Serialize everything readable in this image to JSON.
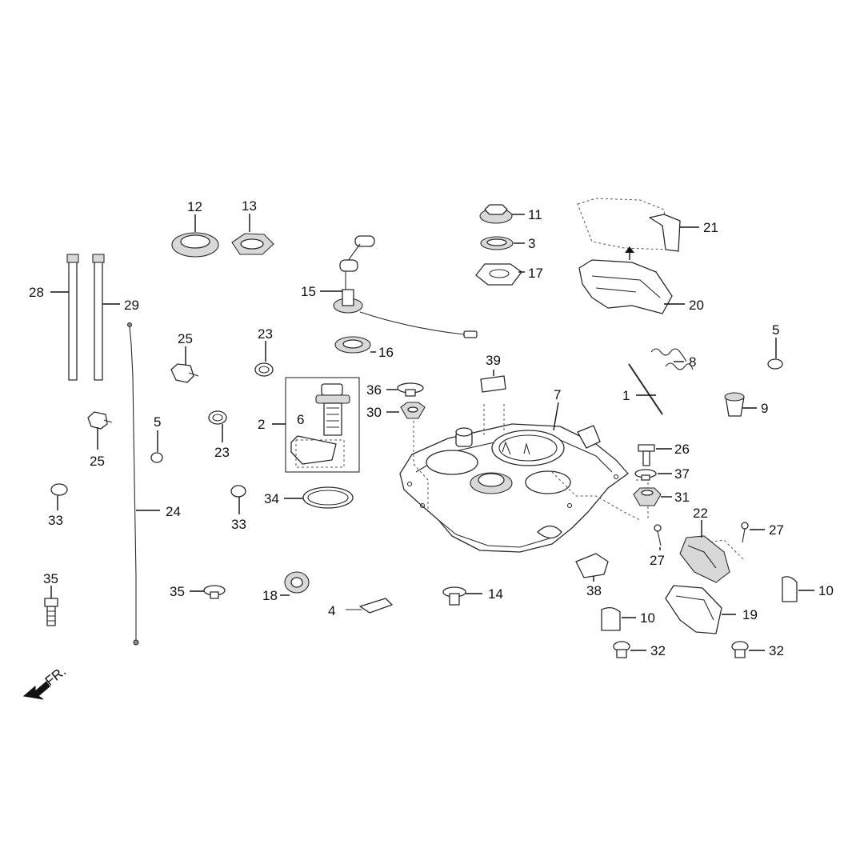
{
  "diagram": {
    "direction_label": "FR.",
    "callouts": {
      "c1": "1",
      "c2": "2",
      "c3": "3",
      "c4": "4",
      "c5a": "5",
      "c5b": "5",
      "c6": "6",
      "c7": "7",
      "c8": "8",
      "c9": "9",
      "c10a": "10",
      "c10b": "10",
      "c11": "11",
      "c12": "12",
      "c13": "13",
      "c14": "14",
      "c15": "15",
      "c16": "16",
      "c17": "17",
      "c18": "18",
      "c19": "19",
      "c20": "20",
      "c21": "21",
      "c22": "22",
      "c23a": "23",
      "c23b": "23",
      "c24": "24",
      "c25a": "25",
      "c25b": "25",
      "c26": "26",
      "c27a": "27",
      "c27b": "27",
      "c28": "28",
      "c29": "29",
      "c30": "30",
      "c31": "31",
      "c32a": "32",
      "c32b": "32",
      "c33a": "33",
      "c33b": "33",
      "c34": "34",
      "c35a": "35",
      "c35b": "35",
      "c36": "36",
      "c37": "37",
      "c38": "38",
      "c39": "39"
    }
  }
}
